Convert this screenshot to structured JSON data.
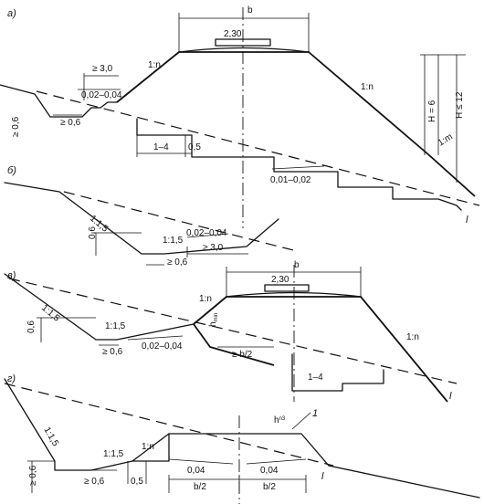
{
  "panels": {
    "a": {
      "label": "а)",
      "top_width": "b",
      "pavement_width": "2,30",
      "slope_left": "1:n",
      "slope_right": "1:n",
      "slope_lower": "1:m",
      "berm": "≥ 3,0",
      "ditch_grade": "0,02–0,04",
      "ditch_depth": "≥ 0,6",
      "ditch_bottom": "≥ 0,6",
      "bench": "1–4",
      "step": "0,5",
      "terrain_grade": "0,01–0,02",
      "height_h": "H = 6",
      "height_max": "H ≤ 12",
      "marker": "l"
    },
    "b": {
      "label": "б)",
      "slope_outer": "1:1,5",
      "slope_inner": "1:1,5",
      "grade": "0,02–0,04",
      "berm": "≥ 3,0",
      "depth": "0,6",
      "bottom": "≥ 0,6"
    },
    "v": {
      "label": "в)",
      "top_width": "b",
      "pavement_width": "2,30",
      "slope_outer": "1:1,5",
      "slope_inner": "1:1,5",
      "slope_left": "1:n",
      "slope_right": "1:n",
      "hmin_h": "h",
      "hmin_sub": "min",
      "grade": "0,02–0,04",
      "depth": "0,6",
      "bottom": "≥ 0,6",
      "half_width": "≥ b/2",
      "bench": "1–4",
      "marker": "l"
    },
    "g": {
      "label": "г)",
      "slope_outer": "1:1,5",
      "slope_inner": "1:1,5",
      "slope_left": "1:n",
      "hp_h": "h",
      "hp_sub": "n3",
      "grade_left": "0,04",
      "grade_right": "0,04",
      "half_left": "b/2",
      "half_right": "b/2",
      "depth": "≥ 0,6",
      "bottom": "≥ 0,6",
      "step": "0,5",
      "marker_top": "1",
      "marker_bottom": "l"
    }
  }
}
